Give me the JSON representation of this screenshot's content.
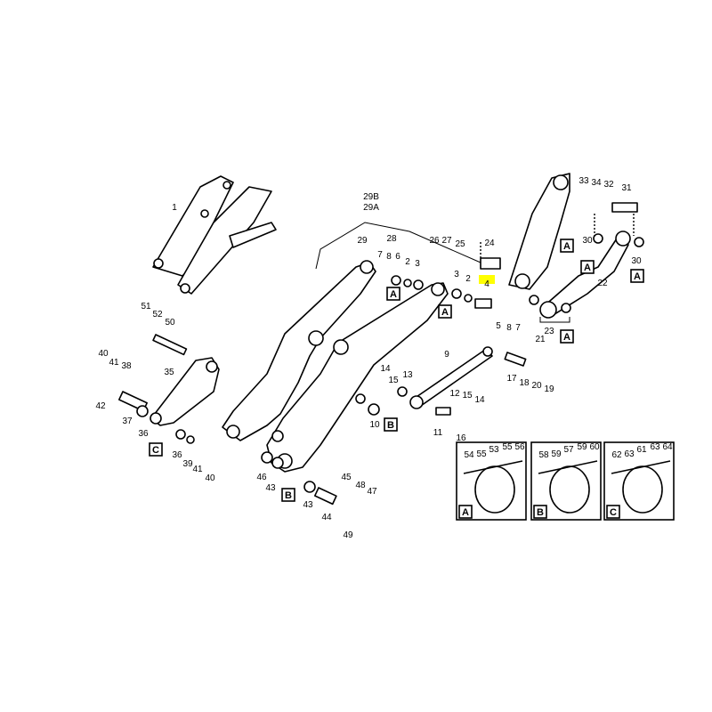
{
  "highlight_color": "#ffff00",
  "highlighted_part": "4",
  "callouts": [
    "1",
    "29B",
    "29A",
    "29",
    "28",
    "26",
    "27",
    "25",
    "24",
    "7",
    "8",
    "6",
    "2",
    "3",
    "3",
    "2",
    "4",
    "5",
    "8",
    "7",
    "33",
    "34",
    "32",
    "31",
    "30",
    "30",
    "22",
    "23",
    "21",
    "17",
    "18",
    "20",
    "19",
    "9",
    "14",
    "15",
    "13",
    "12",
    "15",
    "14",
    "11",
    "16",
    "10",
    "51",
    "52",
    "50",
    "40",
    "41",
    "38",
    "35",
    "42",
    "37",
    "36",
    "36",
    "39",
    "41",
    "40",
    "46",
    "43",
    "43",
    "44",
    "45",
    "48",
    "47",
    "49"
  ],
  "detail_refs": [
    "A",
    "A",
    "A",
    "A",
    "A",
    "A",
    "B",
    "C",
    "B"
  ],
  "insets": [
    {
      "ref": "A",
      "labels": [
        "54",
        "55",
        "53",
        "55",
        "56"
      ]
    },
    {
      "ref": "B",
      "labels": [
        "58",
        "59",
        "57",
        "59",
        "60"
      ]
    },
    {
      "ref": "C",
      "labels": [
        "62",
        "63",
        "61",
        "63",
        "64"
      ]
    }
  ]
}
